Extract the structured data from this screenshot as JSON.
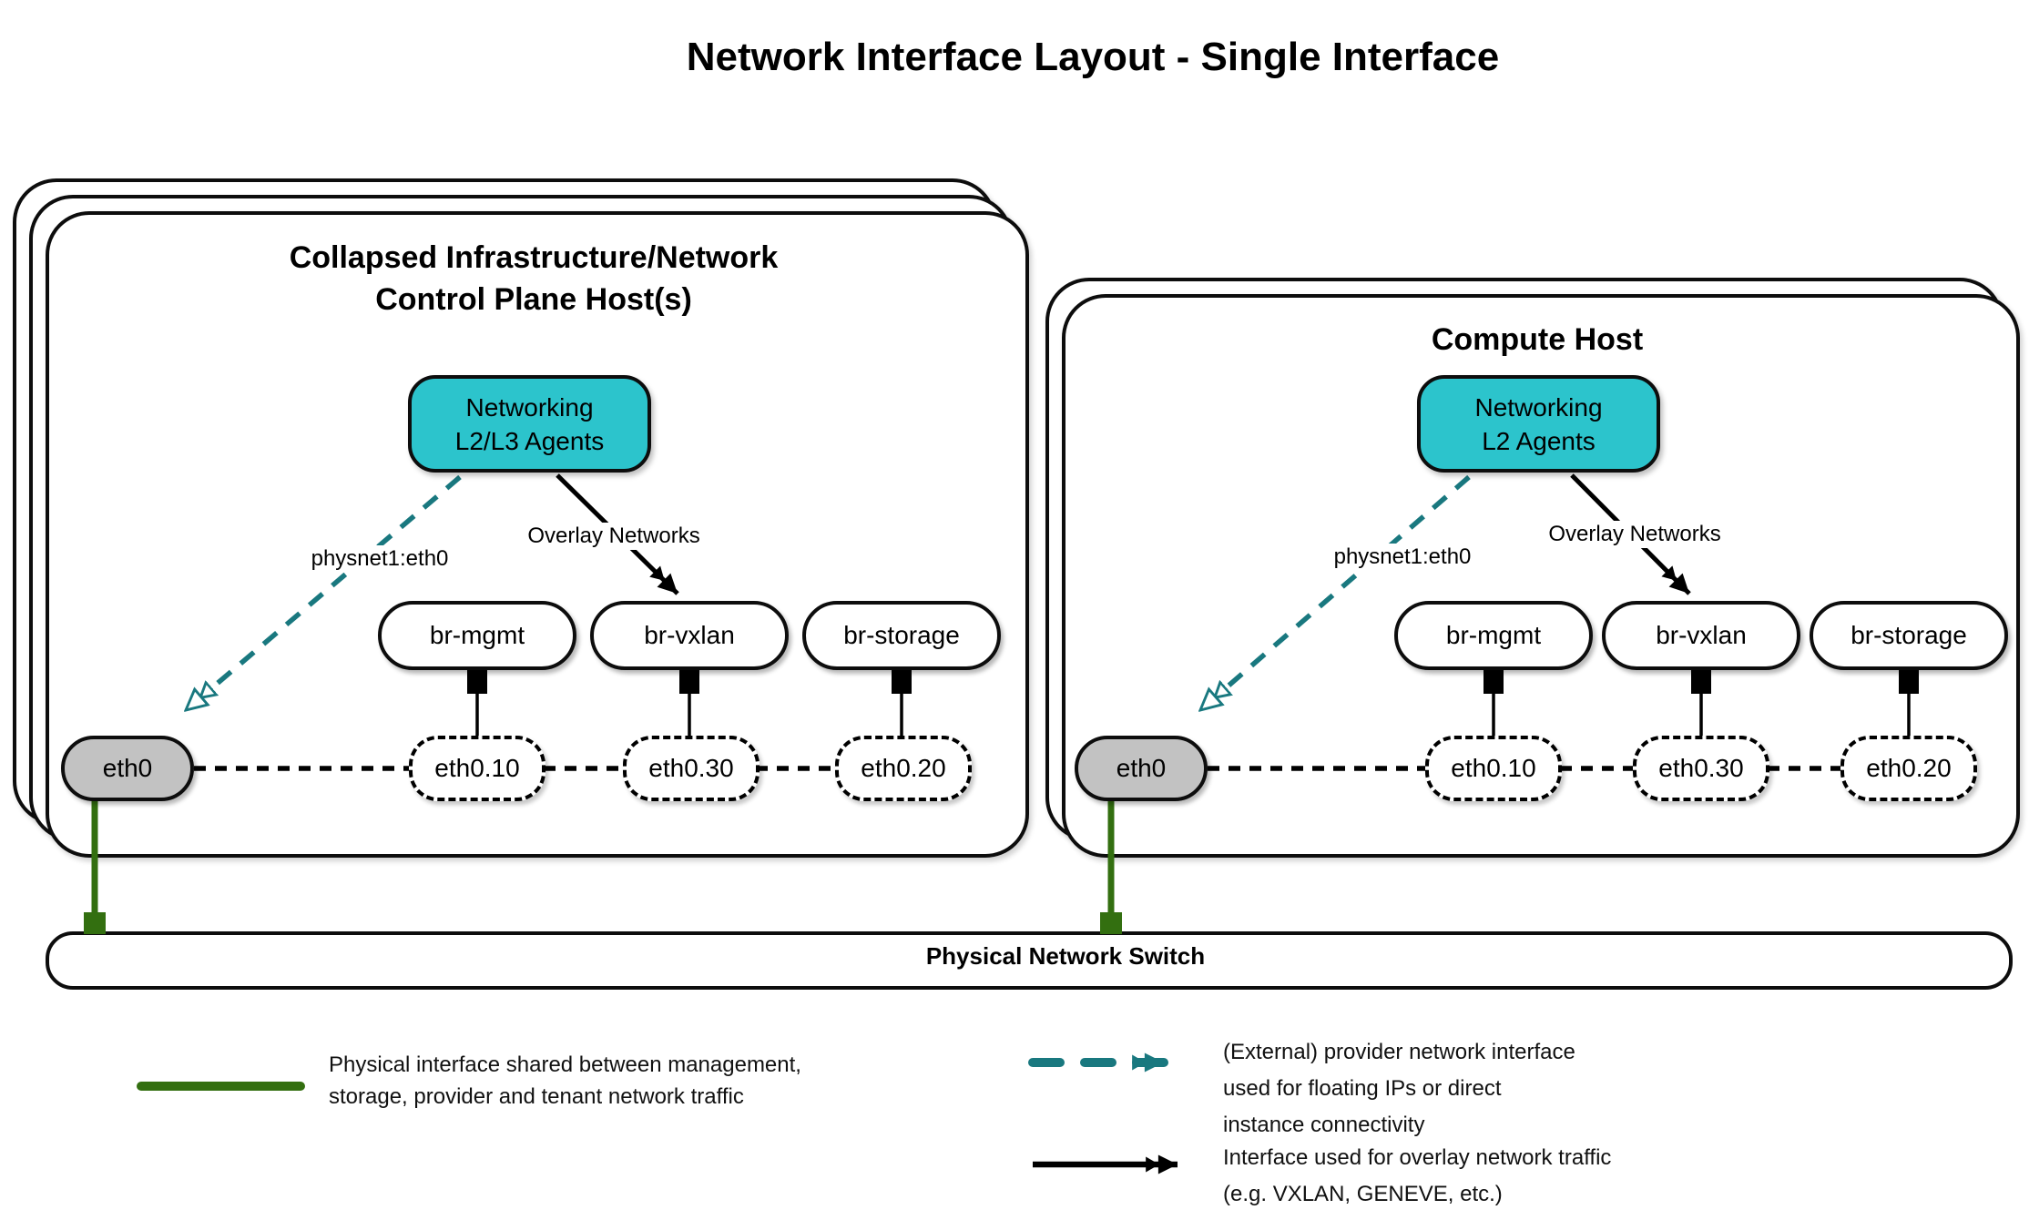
{
  "title": "Network Interface Layout - Single Interface",
  "hosts": [
    {
      "title_lines": [
        "Collapsed Infrastructure/Network",
        "Control Plane Host(s)"
      ],
      "agent_lines": [
        "Networking",
        "L2/L3 Agents"
      ],
      "provider_label": "physnet1:eth0",
      "overlay_label": "Overlay Networks",
      "bridges": [
        "br-mgmt",
        "br-vxlan",
        "br-storage"
      ],
      "physical_interface": "eth0",
      "subinterfaces": [
        "eth0.10",
        "eth0.30",
        "eth0.20"
      ]
    },
    {
      "title_lines": [
        "Compute Host"
      ],
      "agent_lines": [
        "Networking",
        "L2 Agents"
      ],
      "provider_label": "physnet1:eth0",
      "overlay_label": "Overlay Networks",
      "bridges": [
        "br-mgmt",
        "br-vxlan",
        "br-storage"
      ],
      "physical_interface": "eth0",
      "subinterfaces": [
        "eth0.10",
        "eth0.30",
        "eth0.20"
      ]
    }
  ],
  "switch_label": "Physical Network Switch",
  "legend": {
    "items": [
      {
        "symbol": "green-solid-line",
        "lines": [
          "Physical interface shared between management,",
          "storage, provider and tenant network traffic"
        ]
      },
      {
        "symbol": "teal-dashed-double-arrow",
        "lines": [
          "(External) provider network interface",
          "used for floating IPs or direct",
          "instance connectivity"
        ]
      },
      {
        "symbol": "black-solid-double-arrow",
        "lines": [
          "Interface used for overlay network traffic",
          "(e.g. VXLAN, GENEVE, etc.)"
        ]
      }
    ]
  },
  "colors": {
    "agent_fill": "#2cc4cc",
    "provider_line": "#19787f",
    "physical_line": "#336f10",
    "interface_fill": "#c2c2c2"
  }
}
